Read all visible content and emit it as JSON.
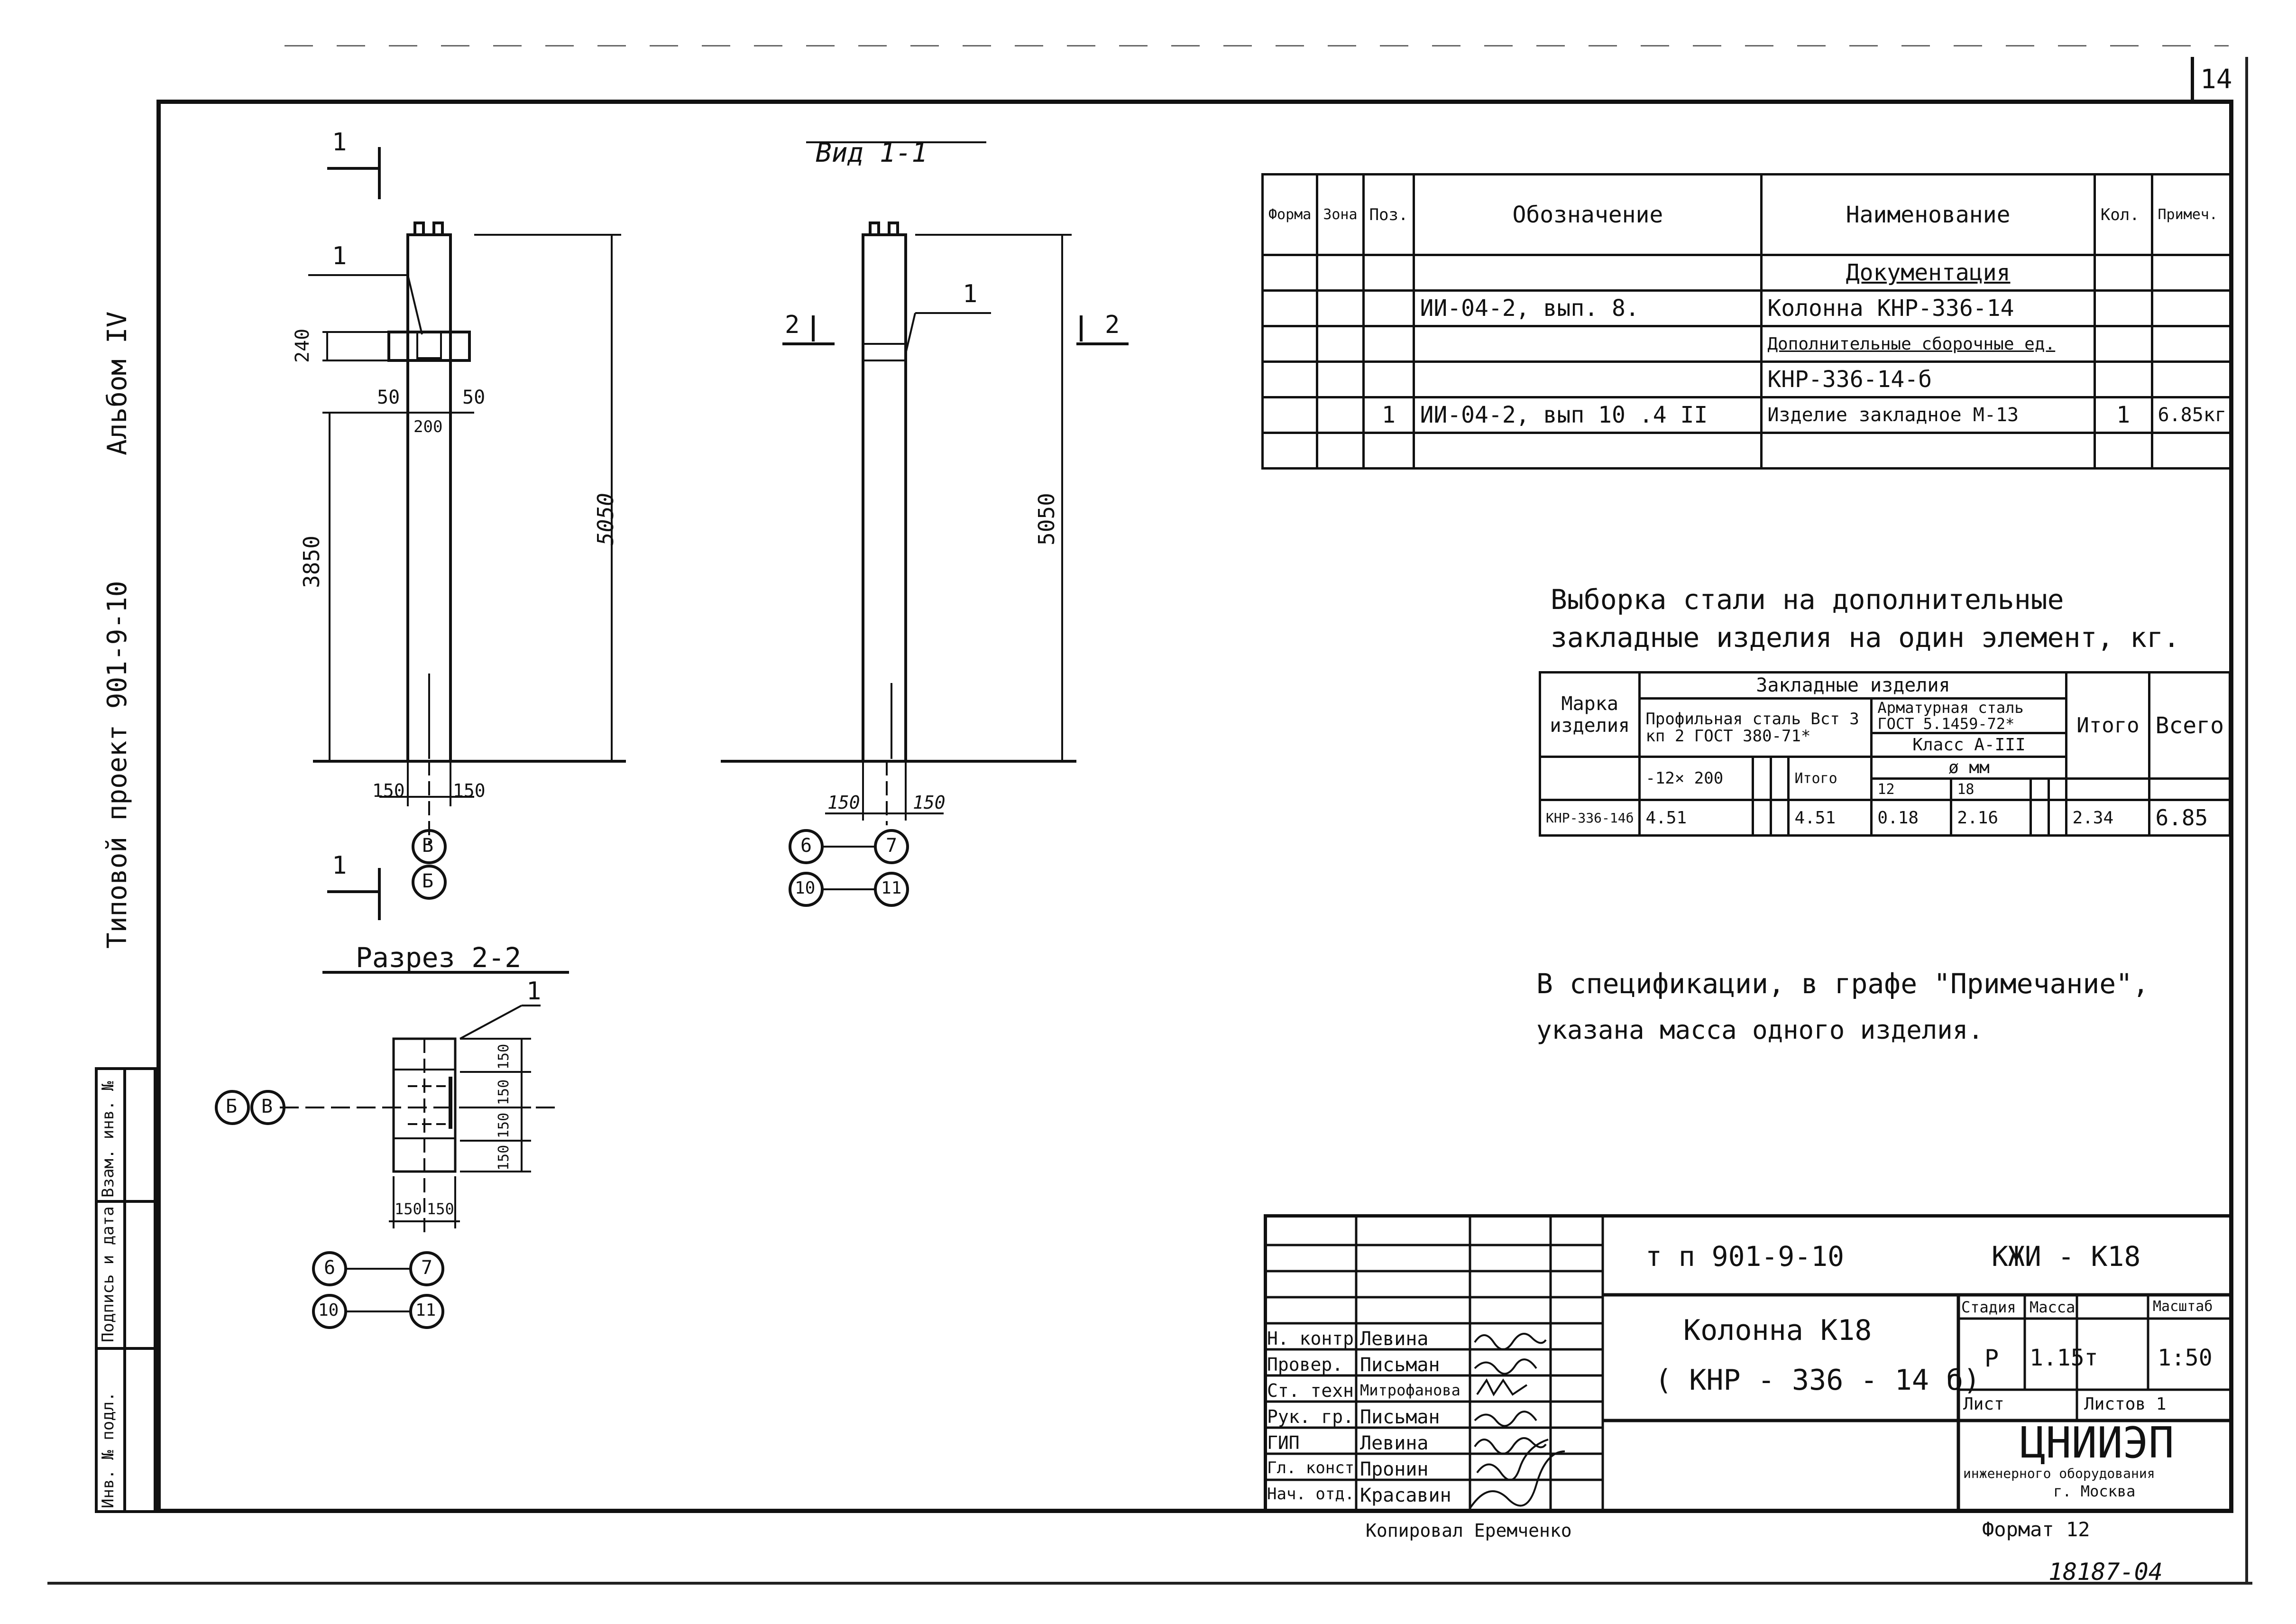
{
  "sheet_number": "14",
  "album_label": "Альбом  IV",
  "project_label": "Типовой  проект  901-9-10",
  "left_stamp": [
    "Инв. № подл.",
    "Подпись и дата",
    "Взам. инв. №"
  ],
  "view_titles": {
    "view": "Вид  1-1",
    "section": "Разрез  2-2"
  },
  "dimensions": {
    "d240": "240",
    "d50a": "50",
    "d50b": "50",
    "d200": "200",
    "d3850": "3850",
    "d5050a": "5050",
    "d5050b": "5050",
    "d150a": "150",
    "d150b": "150",
    "d150c": "150",
    "d150d": "150",
    "s150a": "150",
    "s150b": "150",
    "s150c": "150",
    "s150d": "150",
    "s150e": "150",
    "s150f": "150"
  },
  "callouts": {
    "one": "1",
    "two": "2"
  },
  "axes": {
    "v": "В",
    "b": "Б",
    "n6": "6",
    "n7": "7",
    "n10": "10",
    "n11": "11"
  },
  "spec_table": {
    "headers": [
      "Форма",
      "Зона",
      "Поз.",
      "Обозначение",
      "Наименование",
      "Кол.",
      "Примеч."
    ],
    "rows": [
      [
        "",
        "",
        "",
        "",
        "Документация",
        "",
        ""
      ],
      [
        "",
        "",
        "",
        "ИИ-04-2, вып. 8.",
        "Колонна  КНР-336-14",
        "",
        ""
      ],
      [
        "",
        "",
        "",
        "",
        "Дополнительные сборочные ед.",
        "",
        ""
      ],
      [
        "",
        "",
        "",
        "",
        "КНР-336-14-б",
        "",
        ""
      ],
      [
        "",
        "",
        "1",
        "ИИ-04-2, вып 10 .4 II",
        "Изделие закладное  М-13",
        "1",
        "6.85кг"
      ],
      [
        "",
        "",
        "",
        "",
        "",
        "",
        ""
      ]
    ]
  },
  "steel_title": [
    "Выборка  стали  на  дополнительные",
    "закладные  изделия  на  один  элемент, кг."
  ],
  "steel_table": {
    "marka": "Марка изделия",
    "zakl": "Закладные  изделия",
    "profile": "Профильная сталь Вст 3 кп 2 ГОСТ 380-71*",
    "armatura": "Арматурная сталь ГОСТ 5.1459-72*",
    "klass": "Класс  А-III",
    "diam": "ø мм",
    "plate": "-12× 200",
    "itogo_sub": "Итого",
    "d12": "12",
    "d18": "18",
    "itogo": "Итого",
    "vsego": "Всего",
    "row": {
      "mark": "КНР-336-14б",
      "p": "4.51",
      "pi": "4.51",
      "a12": "0.18",
      "a18": "2.16",
      "it": "2.34",
      "vs": "6.85"
    }
  },
  "note": [
    "В спецификации, в графе \"Примечание\",",
    "указана  масса  одного  изделия."
  ],
  "title_block": {
    "project": "т п  901-9-10",
    "code": "КЖИ - К18",
    "name1": "Колонна  К18",
    "name2": "( КНР - 336 - 14 б)",
    "stage_h": "Стадия",
    "mass_h": "Масса",
    "scale_h": "Масштаб",
    "stage": "Р",
    "mass": "1.15т",
    "scale": "1:50",
    "sheet_h": "Лист",
    "sheets_h": "Листов  1",
    "org": "ЦНИИЭП",
    "org2": "инженерного оборудования",
    "org3": "г. Москва",
    "people": [
      {
        "role": "Н. контр",
        "name": "Левина"
      },
      {
        "role": "Провер.",
        "name": "Письман"
      },
      {
        "role": "Ст. техн",
        "name": "Митрофанова"
      },
      {
        "role": "Рук. гр.",
        "name": "Письман"
      },
      {
        "role": "ГИП",
        "name": "Левина"
      },
      {
        "role": "Гл. конст",
        "name": "Пронин"
      },
      {
        "role": "Нач. отд.",
        "name": "Красавин"
      }
    ]
  },
  "copied": "Копировал  Еремченко",
  "format": "Формат 12",
  "archive_no": "18187-04"
}
